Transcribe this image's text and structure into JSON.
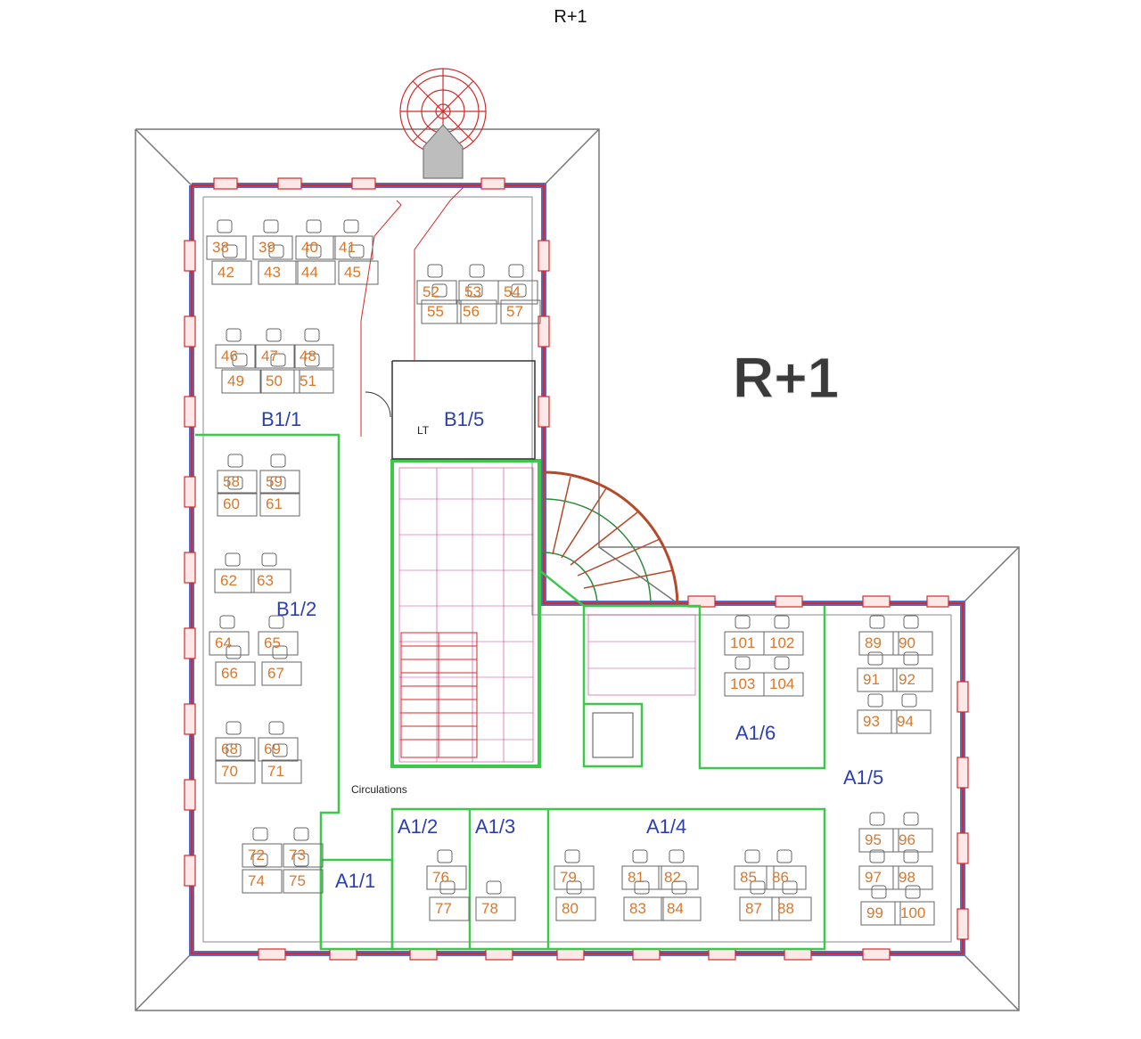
{
  "title": "R+1",
  "floor_label": "R+1",
  "rooms": [
    {
      "id": "B1/1",
      "label": "B1/1"
    },
    {
      "id": "B1/5",
      "label": "B1/5"
    },
    {
      "id": "LT",
      "label": "LT"
    },
    {
      "id": "B1/2",
      "label": "B1/2"
    },
    {
      "id": "A1/1",
      "label": "A1/1"
    },
    {
      "id": "A1/2",
      "label": "A1/2"
    },
    {
      "id": "A1/3",
      "label": "A1/3"
    },
    {
      "id": "A1/4",
      "label": "A1/4"
    },
    {
      "id": "A1/5",
      "label": "A1/5"
    },
    {
      "id": "A1/6",
      "label": "A1/6"
    },
    {
      "id": "circ",
      "label": "Circulations"
    }
  ],
  "desk_numbers": [
    "38",
    "39",
    "40",
    "41",
    "42",
    "43",
    "44",
    "45",
    "46",
    "47",
    "48",
    "49",
    "50",
    "51",
    "52",
    "53",
    "54",
    "55",
    "56",
    "57",
    "58",
    "59",
    "60",
    "61",
    "62",
    "63",
    "64",
    "65",
    "66",
    "67",
    "68",
    "69",
    "70",
    "71",
    "72",
    "73",
    "74",
    "75",
    "76",
    "77",
    "78",
    "79",
    "80",
    "81",
    "82",
    "83",
    "84",
    "85",
    "86",
    "87",
    "88",
    "89",
    "90",
    "91",
    "92",
    "93",
    "94",
    "95",
    "96",
    "97",
    "98",
    "99",
    "100",
    "101",
    "102",
    "103",
    "104"
  ],
  "colors": {
    "wall_red": "#d42a2a",
    "window_blue": "#4a6fd6",
    "partition_green": "#3cc94a",
    "grid_magenta": "#c43a8f",
    "desk_orange": "#d9772b",
    "room_blue": "#2b3fb0"
  }
}
